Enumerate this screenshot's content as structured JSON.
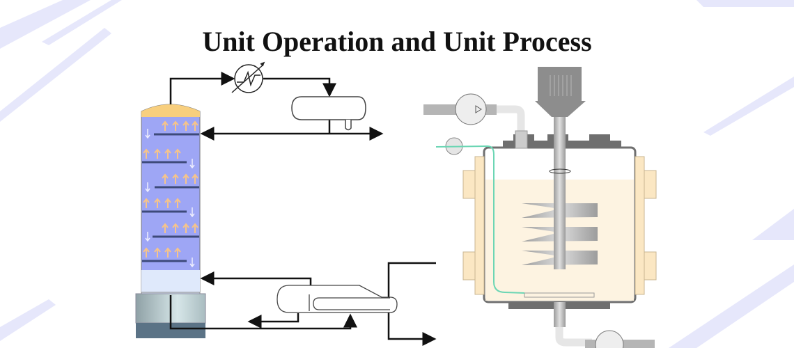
{
  "title": "Unit Operation and Unit Process",
  "colors": {
    "column_liquid": "#9ea6f5",
    "column_top": "#f8cf7e",
    "vapor_arrow": "#f6c48a",
    "reactor_liquid": "#fdf3e1",
    "jacket": "#fbe7c3",
    "metal": "#a9a9a9",
    "sensor_line": "#6cd6b4",
    "background_stripe": "#e6e7fb"
  },
  "left_diagram": {
    "components": [
      "distillation-column",
      "condenser",
      "reflux-drum",
      "reboiler"
    ]
  },
  "right_diagram": {
    "components": [
      "stirred-tank-reactor",
      "agitator-motor",
      "impeller",
      "feed-pump",
      "discharge-pump",
      "heating-jacket",
      "sparger"
    ]
  }
}
